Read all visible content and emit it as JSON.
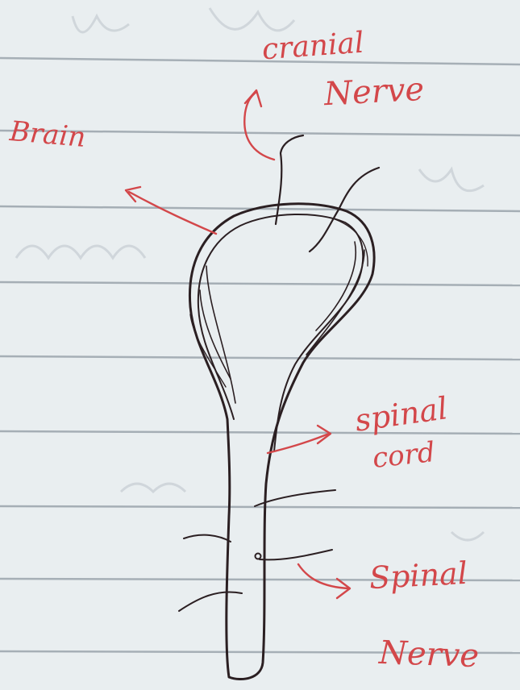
{
  "diagram": {
    "labels": {
      "cranial_nerve_line1": "cranial",
      "cranial_nerve_line2": "Nerve",
      "brain": "Brain",
      "spinal_cord_line1": "spinal",
      "spinal_cord_line2": "cord",
      "spinal_nerve_line1": "Spinal",
      "spinal_nerve_line2": "Nerve"
    },
    "colors": {
      "paper": "#e9eef0",
      "ruled_line": "#9aa3ab",
      "ink": "#2b1f22",
      "label_ink": "#d3474a"
    }
  }
}
